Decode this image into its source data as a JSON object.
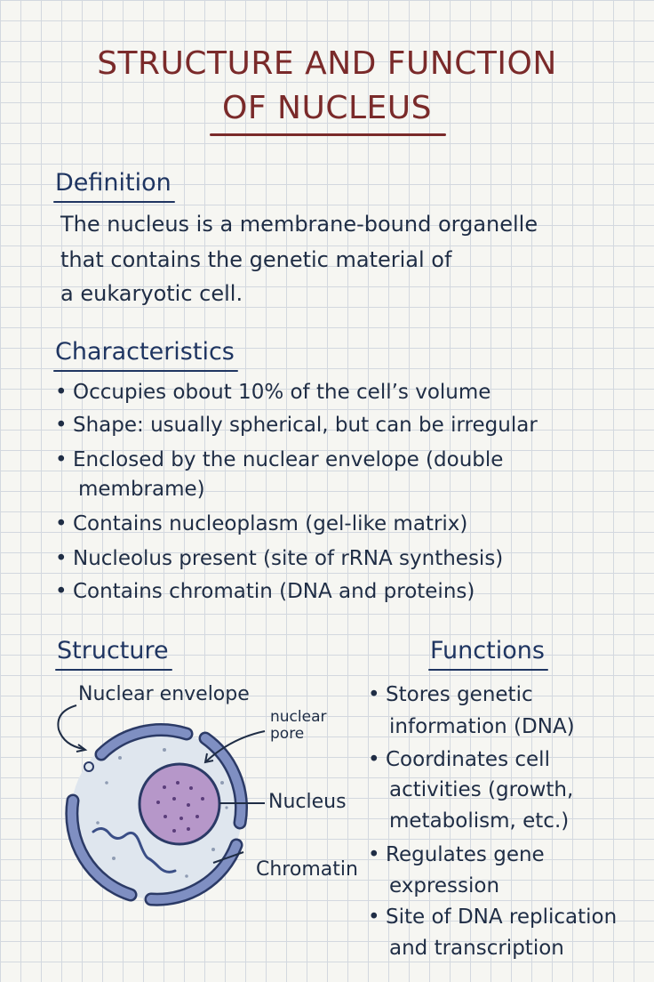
{
  "title": {
    "line1": "STRUCTURE AND FUNCTION",
    "line2": "OF NUCLEUS"
  },
  "definition": {
    "heading": "Definition",
    "lines": [
      "The nucleus is a membrane-bound organelle",
      "that contains the genetic material of",
      "a eukaryotic cell."
    ]
  },
  "characteristics": {
    "heading": "Characteristics",
    "bullet": "•",
    "items": [
      "Occupies obout 10% of the cell’s volume",
      "Shape: usually spherical, but can be irregular",
      "Enclosed by the nuclear envelope (double",
      "membrame)",
      "Contains nucleoplasm (gel-like matrix)",
      "Nucleolus present (site of rRNA synthesis)",
      "Contains chromatin (DNA and proteins)"
    ]
  },
  "structure": {
    "heading": "Structure",
    "labels": {
      "nuclear_envelope": "Nuclear envelope",
      "nuclear_pore_1": "nuclear",
      "nuclear_pore_2": "pore",
      "nucleus": "Nucleus",
      "chromatin": "Chromatin"
    }
  },
  "functions": {
    "heading": "Functions",
    "bullet": "•",
    "lines": [
      "Stores genetic",
      "information (DNA)",
      "Coordinates cell",
      "activities (growth,",
      "metabolism, etc.)",
      "Regulates gene",
      "expression",
      "Site of DNA replication",
      "and transcription"
    ]
  },
  "colors": {
    "title": "#7a2a2a",
    "text": "#1f2d45",
    "grid": "#d3d8df",
    "cell_fill": "#dfe6ee",
    "membrane": "#7f8fc2",
    "nucleus_fill": "#b697c9"
  }
}
